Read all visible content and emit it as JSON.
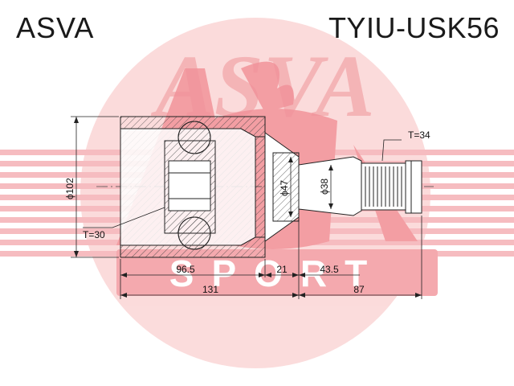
{
  "header": {
    "brand": "ASVA",
    "part_number": "TYIU-USK56"
  },
  "watermark": {
    "logo_text": "ASVA",
    "sub_text": "SPORT",
    "color": "#e8474f"
  },
  "dimensions": {
    "outer_diameter": "ϕ102",
    "spline_diameter": "ϕ47",
    "seal_diameter": "ϕ38",
    "inner_teeth": "T=30",
    "outer_teeth": "T=34",
    "housing_length": "96.5",
    "neck_length": "21",
    "shaft_length": "43.5",
    "total_housing": "131",
    "total_shaft": "87"
  }
}
